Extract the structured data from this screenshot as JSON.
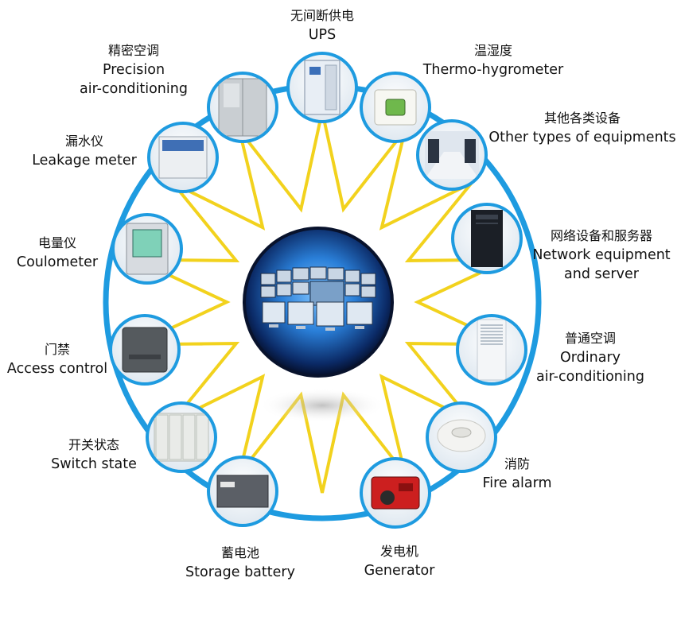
{
  "center": {
    "icon": "monitoring-wall-icon"
  },
  "colors": {
    "ring": "#1e9be0",
    "star": "#f2d21d",
    "node_border": "#1e9be0",
    "center_dark": "#0a1a3a",
    "center_light": "#3a8ee8"
  },
  "nodes": [
    {
      "id": "ups",
      "icon": "ups-cabinet-icon",
      "zh": "无间断供电",
      "en": "UPS",
      "en2": ""
    },
    {
      "id": "thermo",
      "icon": "thermo-hygrometer-icon",
      "zh": "温湿度",
      "en": "Thermo-hygrometer",
      "en2": ""
    },
    {
      "id": "other",
      "icon": "server-room-icon",
      "zh": "其他各类设备",
      "en": "Other types of equipments",
      "en2": ""
    },
    {
      "id": "network",
      "icon": "server-rack-icon",
      "zh": "网络设备和服务器",
      "en": "Network equipment",
      "en2": "and server"
    },
    {
      "id": "ordinary_ac",
      "icon": "floor-air-conditioner-icon",
      "zh": "普通空调",
      "en": "Ordinary",
      "en2": "air-conditioning"
    },
    {
      "id": "fire",
      "icon": "smoke-detector-icon",
      "zh": "消防",
      "en": "Fire alarm",
      "en2": ""
    },
    {
      "id": "generator",
      "icon": "generator-icon",
      "zh": "发电机",
      "en": "Generator",
      "en2": ""
    },
    {
      "id": "battery",
      "icon": "battery-icon",
      "zh": "蓄电池",
      "en": "Storage battery",
      "en2": ""
    },
    {
      "id": "switch",
      "icon": "switch-cabinet-icon",
      "zh": "开关状态",
      "en": "Switch state",
      "en2": ""
    },
    {
      "id": "access",
      "icon": "access-controller-icon",
      "zh": "门禁",
      "en": "Access control",
      "en2": ""
    },
    {
      "id": "coulometer",
      "icon": "power-meter-icon",
      "zh": "电量仪",
      "en": "Coulometer",
      "en2": ""
    },
    {
      "id": "leakage",
      "icon": "leakage-detector-icon",
      "zh": "漏水仪",
      "en": "Leakage meter",
      "en2": ""
    },
    {
      "id": "precision_ac",
      "icon": "precision-ac-cabinet-icon",
      "zh": "精密空调",
      "en": "Precision",
      "en2": "air-conditioning"
    }
  ]
}
